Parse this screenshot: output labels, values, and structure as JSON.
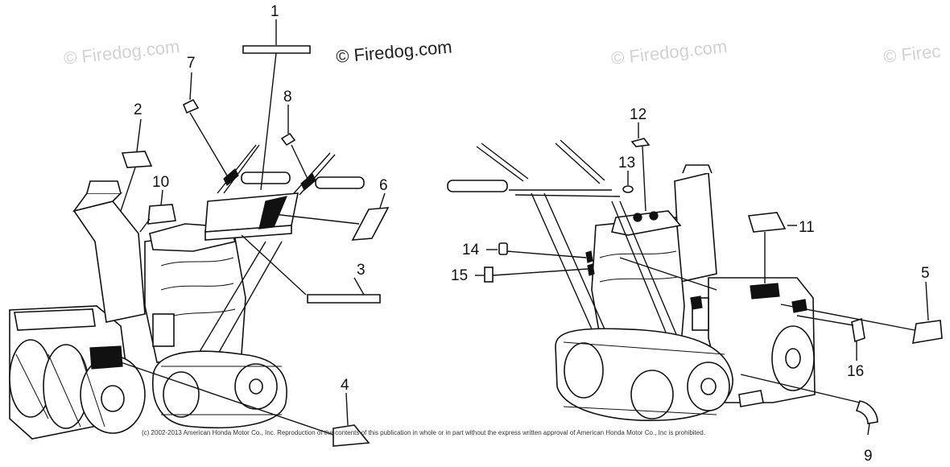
{
  "watermarks": {
    "main": "© Firedog.com",
    "faint": "© Firedog.com",
    "faint_right": "© Firec"
  },
  "copyright": "(c) 2002-2013 American Honda Motor Co., Inc. Reproduction of the contents of this publication in whole or in part without the express written approval of American Honda Motor Co., Inc is prohibited.",
  "callouts": [
    "1",
    "2",
    "3",
    "4",
    "5",
    "6",
    "7",
    "8",
    "9",
    "10",
    "11",
    "12",
    "13",
    "14",
    "15",
    "16"
  ],
  "colors": {
    "ink": "#111111",
    "watermark": "#d2d2d2",
    "background": "#ffffff"
  }
}
